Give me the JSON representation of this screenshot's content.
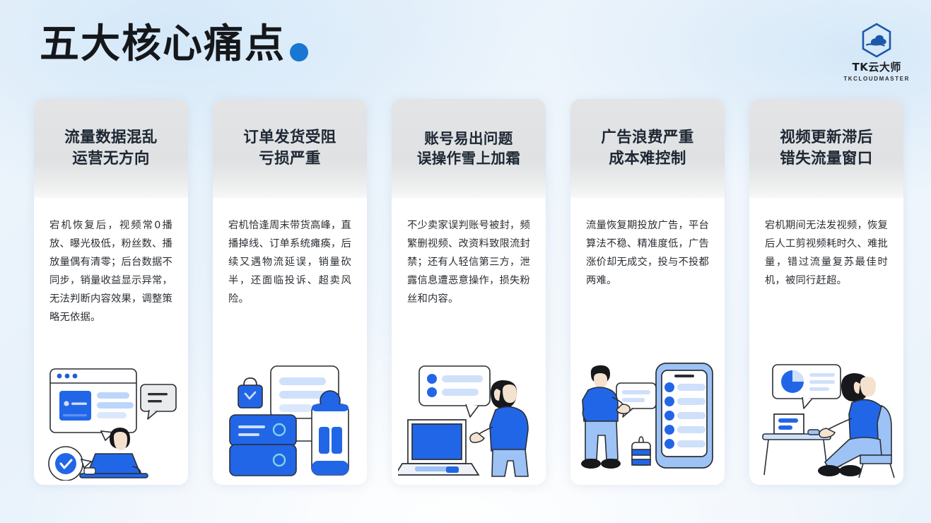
{
  "header": {
    "title": "五大核心痛点",
    "dot_color": "#1877d2",
    "brand_name": "TK云大师",
    "brand_sub": "TKCLOUDMASTER",
    "brand_icon": "hexagon-cloud-logo"
  },
  "theme": {
    "accent": "#1877d2",
    "accent_light": "#8fb6ef",
    "accent_pale": "#cfe0fb",
    "card_header_bg": "#dfe1e3",
    "text_dark": "#1d2733",
    "page_bg": "#eaf3fb"
  },
  "cards": [
    {
      "title": "流量数据混乱\n运营无方向",
      "desc": "宕机恢复后，视频常0播放、曝光极低，粉丝数、播放量偶有清零；后台数据不同步，销量收益显示异常，无法判断内容效果，调整策略无依据。",
      "art": "dashboard-analytics-person"
    },
    {
      "title": "订单发货受阻\n亏损严重",
      "desc": "宕机恰逢周末带货高峰，直播掉线、订单系统瘫痪，后续又遇物流延误，销量砍半，还面临投诉、超卖风险。",
      "art": "order-server-phone"
    },
    {
      "title": "账号易出问题\n误操作雪上加霜",
      "desc": "不少卖家误判账号被封，频繁删视频、改资料致限流封禁；还有人轻信第三方，泄露信息遭恶意操作，损失粉丝和内容。",
      "art": "laptop-person-chat"
    },
    {
      "title": "广告浪费严重\n成本难控制",
      "desc": "流量恢复期投放广告，平台算法不稳、精准度低，广告涨价却无成交，投与不投都两难。",
      "art": "person-mobile-list"
    },
    {
      "title": "视频更新滞后\n错失流量窗口",
      "desc": "宕机期间无法发视频，恢复后人工剪视频耗时久、难批量，错过流量复苏最佳时机，被同行赶超。",
      "art": "desk-worker-chart"
    }
  ]
}
